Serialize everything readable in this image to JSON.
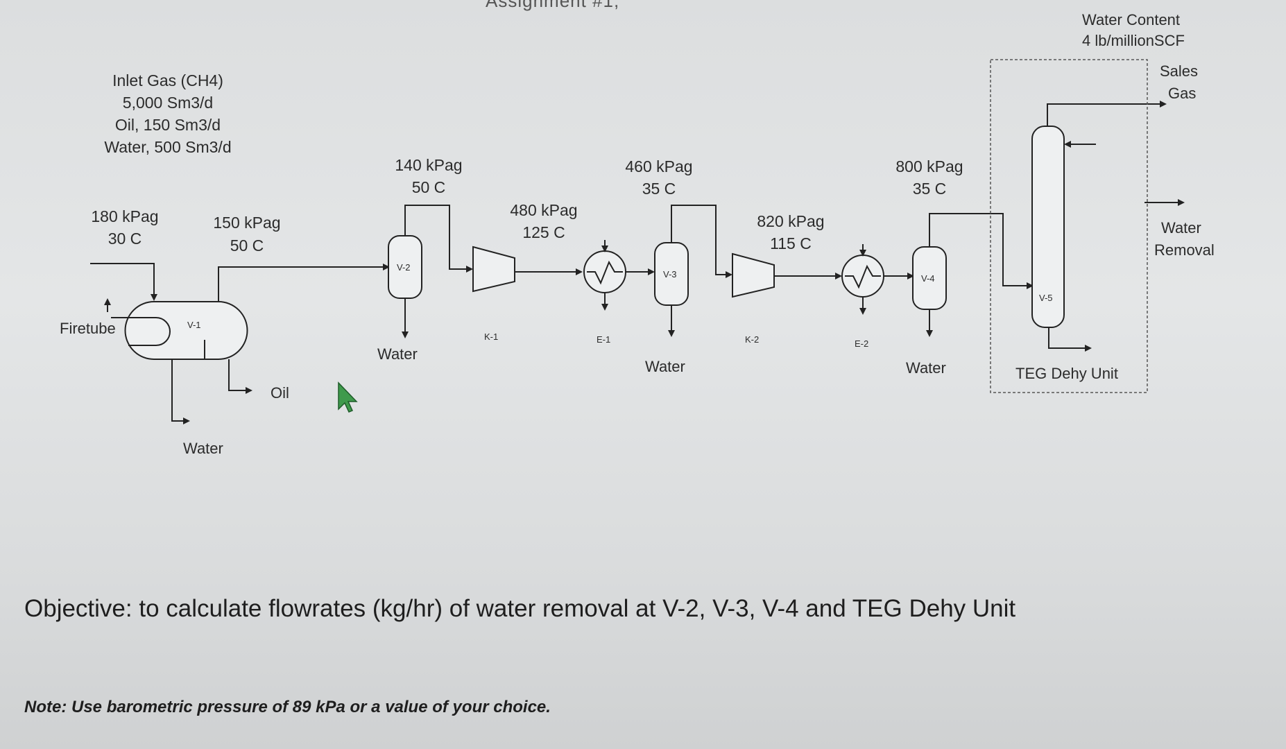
{
  "header": {
    "partial_title": "Assignment #1,"
  },
  "inlet": {
    "title": "Inlet Gas (CH4)",
    "gas": "5,000 Sm3/d",
    "oil": "Oil, 150 Sm3/d",
    "water": "Water, 500 Sm3/d"
  },
  "streams": {
    "s1": {
      "pressure": "180 kPag",
      "temp": "30 C"
    },
    "s2": {
      "pressure": "150 kPag",
      "temp": "50 C"
    },
    "s3": {
      "pressure": "140 kPag",
      "temp": "50 C"
    },
    "s4": {
      "pressure": "480 kPag",
      "temp": "125 C"
    },
    "s5": {
      "pressure": "460 kPag",
      "temp": "35 C"
    },
    "s6": {
      "pressure": "820 kPag",
      "temp": "115 C"
    },
    "s7": {
      "pressure": "800 kPag",
      "temp": "35 C"
    }
  },
  "equipment": {
    "v1": "V-1",
    "v2": "V-2",
    "v3": "V-3",
    "v4": "V-4",
    "v5": "V-5",
    "k1": "K-1",
    "k2": "K-2",
    "e1": "E-1",
    "e2": "E-2",
    "firetube": "Firetube",
    "teg_unit": "TEG Dehy Unit"
  },
  "outlets": {
    "oil": "Oil",
    "water_v1": "Water",
    "water_v2": "Water",
    "water_v3": "Water",
    "water_v4": "Water",
    "sales_gas_1": "Sales",
    "sales_gas_2": "Gas",
    "water_removal_1": "Water",
    "water_removal_2": "Removal"
  },
  "spec": {
    "line1": "Water Content",
    "line2": "4 lb/millionSCF"
  },
  "objective": "Objective:  to calculate flowrates (kg/hr) of water removal at V-2, V-3, V-4 and TEG Dehy Unit",
  "note": "Note:  Use barometric pressure of 89 kPa or a value of your choice."
}
